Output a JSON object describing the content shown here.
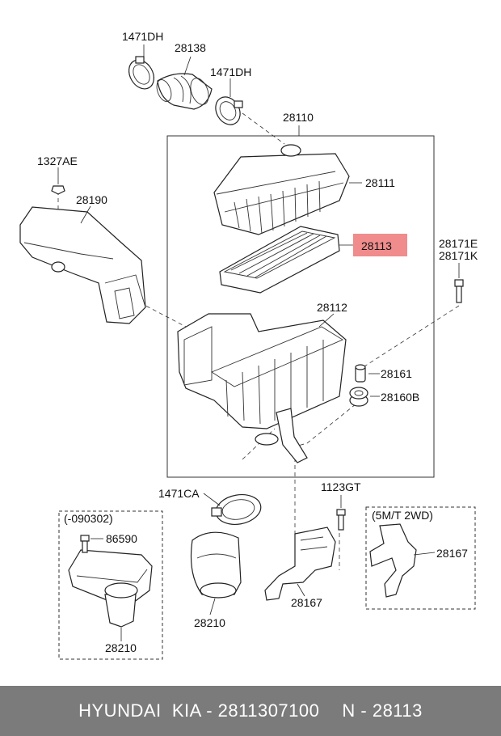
{
  "labels": {
    "clamp_top_left": "1471DH",
    "hose": "28138",
    "clamp_top_right": "1471DH",
    "assembly": "28110",
    "cover": "28111",
    "filter": "28113",
    "bolt_left": "1327AE",
    "duct": "28190",
    "bolt_right_1": "28171E",
    "bolt_right_2": "28171K",
    "body": "28112",
    "insulator": "28161",
    "grommet": "28160B",
    "clamp_bottom": "1471CA",
    "bolt_bottom": "1123GT",
    "variant_5mt": "(5M/T 2WD)",
    "bracket_center": "28167",
    "bracket_right": "28167",
    "variant_date": "(-090302)",
    "screw": "86590",
    "resonator_left": "28210",
    "resonator_center": "28210"
  },
  "highlight": {
    "label": "filter",
    "fill": "#f08c8c"
  },
  "footer": {
    "brand_part": "HYUNDAI  KIA - 2811307100",
    "number": "N - 28113",
    "background": "#7b7b7b"
  }
}
